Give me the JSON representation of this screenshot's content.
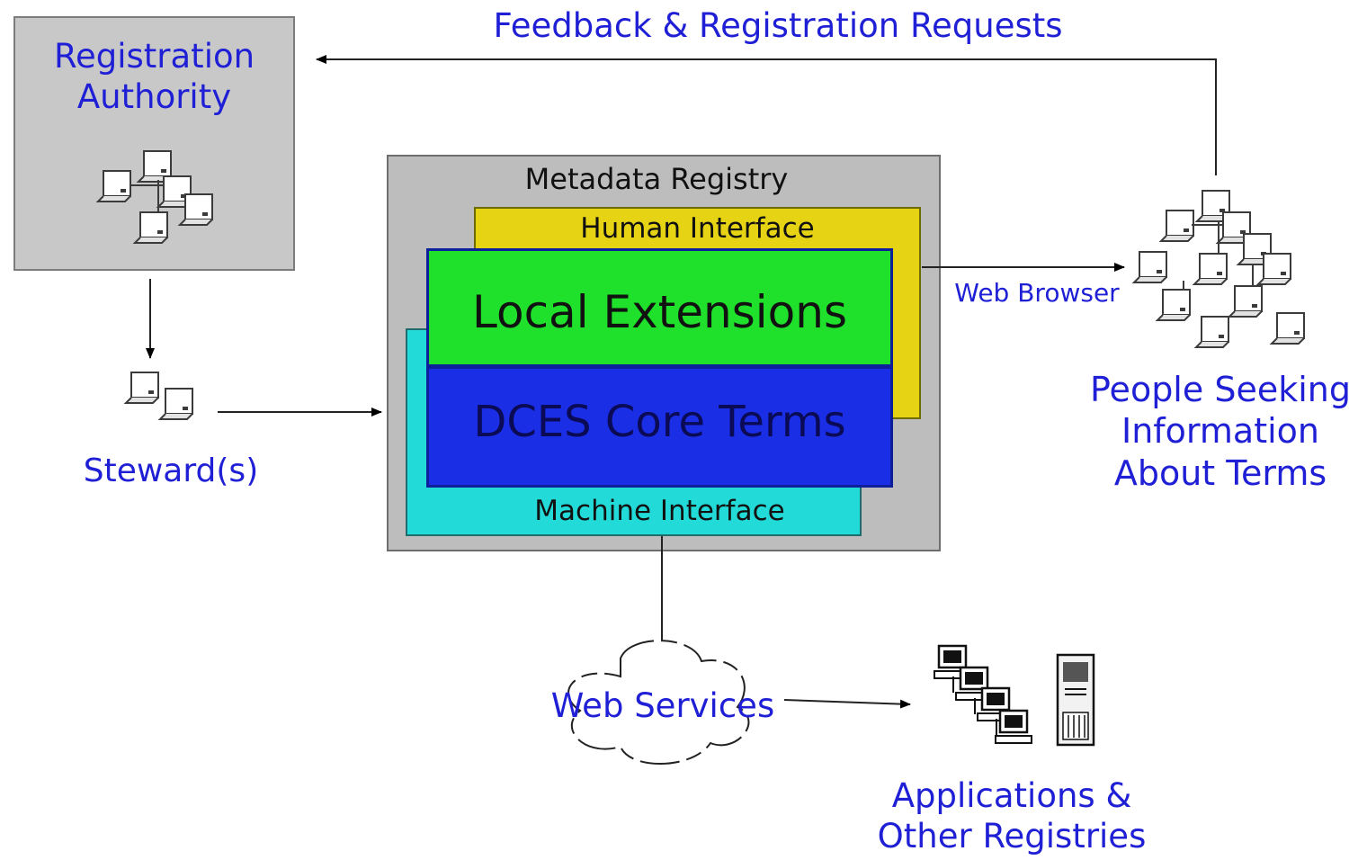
{
  "registration_authority": {
    "line1": "Registration",
    "line2": "Authority"
  },
  "feedback": {
    "label": "Feedback & Registration Requests"
  },
  "steward": {
    "label": "Steward(s)"
  },
  "registry": {
    "title": "Metadata Registry",
    "human_interface": "Human Interface",
    "local_extensions": "Local Extensions",
    "dces_core": "DCES Core Terms",
    "machine_interface": "Machine Interface"
  },
  "web_browser": {
    "label": "Web Browser"
  },
  "people": {
    "line1": "People Seeking",
    "line2": "Information",
    "line3": "About Terms"
  },
  "web_services": {
    "label": "Web Services"
  },
  "applications": {
    "line1": "Applications &",
    "line2": "Other Registries"
  },
  "colors": {
    "label_blue": "#1f1fd6",
    "registry_gray": "#bdbdbd",
    "human_yellow": "#e6d414",
    "local_green": "#1fe02a",
    "dces_blue": "#1a2ee6",
    "machine_cyan": "#22dbd8"
  },
  "icons": {
    "registration_authority": "people-group-icon",
    "steward": "people-pair-icon",
    "people": "people-crowd-icon",
    "web_services": "cloud-icon",
    "applications": "computer-network-icon",
    "server": "server-tower-icon"
  }
}
